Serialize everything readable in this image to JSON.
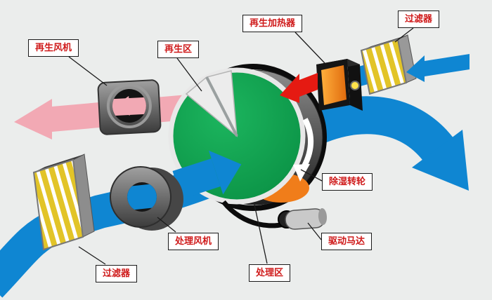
{
  "labels": {
    "regen_fan": {
      "text": "再生风机"
    },
    "regen_zone": {
      "text": "再生区"
    },
    "regen_heater": {
      "text": "再生加热器"
    },
    "filter_top": {
      "text": "过滤器"
    },
    "dehumid_wheel": {
      "text": "除湿转轮"
    },
    "drive_motor": {
      "text": "驱动马达"
    },
    "process_zone": {
      "text": "处理区"
    },
    "process_fan": {
      "text": "处理风机"
    },
    "filter_bottom": {
      "text": "过滤器"
    }
  },
  "colors": {
    "background": "#ebedec",
    "airflow_blue": "#0f86d2",
    "regen_pink": "#f2a9b4",
    "hot_red": "#e51a12",
    "wheel_green": "#0ba04d",
    "heater_orange": "#f07d1a",
    "filter_yellow": "#e2c428",
    "label_text": "#cf1a1a",
    "machine_gray": "#6b6b6b"
  }
}
